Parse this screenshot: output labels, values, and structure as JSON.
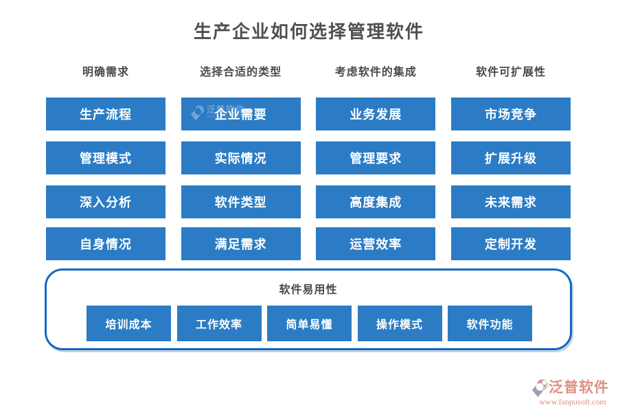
{
  "title": "生产企业如何选择管理软件",
  "columns": [
    {
      "header": "明确需求",
      "items": [
        "生产流程",
        "管理模式",
        "深入分析",
        "自身情况"
      ]
    },
    {
      "header": "选择合适的类型",
      "items": [
        "企业需要",
        "实际情况",
        "软件类型",
        "满足需求"
      ]
    },
    {
      "header": "考虑软件的集成",
      "items": [
        "业务发展",
        "管理要求",
        "高度集成",
        "运营效率"
      ]
    },
    {
      "header": "软件可扩展性",
      "items": [
        "市场竞争",
        "扩展升级",
        "未来需求",
        "定制开发"
      ]
    }
  ],
  "bottom_section": {
    "title": "软件易用性",
    "items": [
      "培训成本",
      "工作效率",
      "简单易懂",
      "操作模式",
      "软件功能"
    ]
  },
  "watermark": {
    "name": "泛普软件",
    "url": "www.fanpusoft.com"
  },
  "footer_logo": {
    "name": "泛普软件",
    "url": "www.fanpusoft.com"
  },
  "colors": {
    "box_blue": "#2b7cc5",
    "panel_border_blue": "#1068c2",
    "heading_gray": "#4f4f4f",
    "logo_salmon": "#dc9082",
    "logo_gray": "#9aa3b3"
  }
}
